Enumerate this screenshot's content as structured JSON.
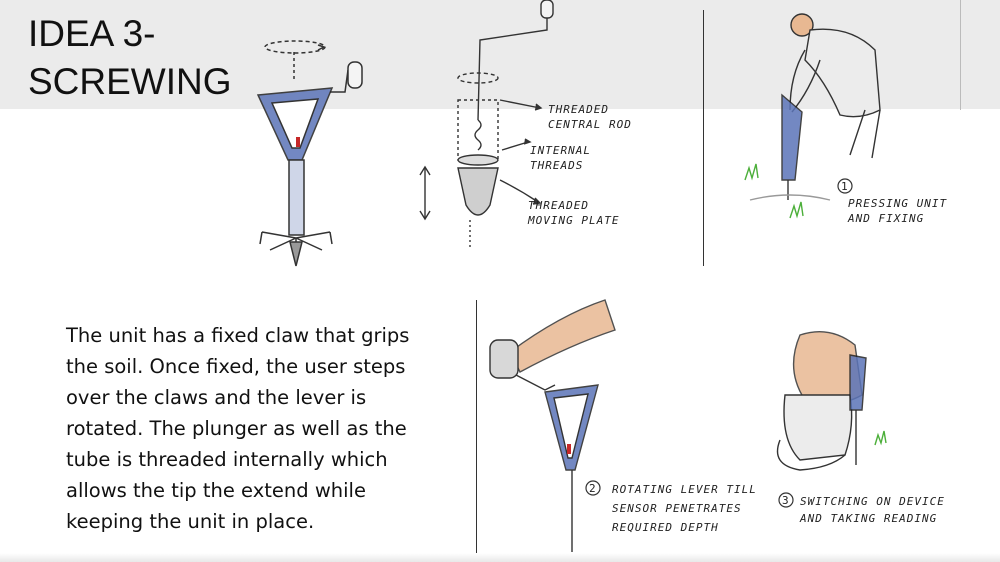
{
  "slide": {
    "title_line1": "IDEA 3-",
    "title_line2": "SCREWING",
    "description": "The unit has a fixed claw that grips the soil. Once fixed, the user steps over the claws and the lever is rotated. The plunger as well as the tube is threaded internally which allows the tip the extend while keeping the unit in place."
  },
  "annotations": {
    "threaded_central_rod": "THREADED CENTRAL ROD",
    "internal_threads": "INTERNAL THREADS",
    "threaded_moving_plate": "THREADED MOVING PLATE",
    "step1_number": "1",
    "step1": "PRESSING UNIT AND FIXING",
    "step2_number": "2",
    "step2": "ROTATING LEVER TILL SENSOR PENETRATES REQUIRED DEPTH",
    "step3_number": "3",
    "step3": "SWITCHING ON DEVICE AND TAKING READING"
  },
  "colors": {
    "device_blue": "#5b74b8",
    "sketch_line": "#333333",
    "skin": "#e8b892",
    "grass": "#4caf3a",
    "accent_red": "#c62828"
  }
}
